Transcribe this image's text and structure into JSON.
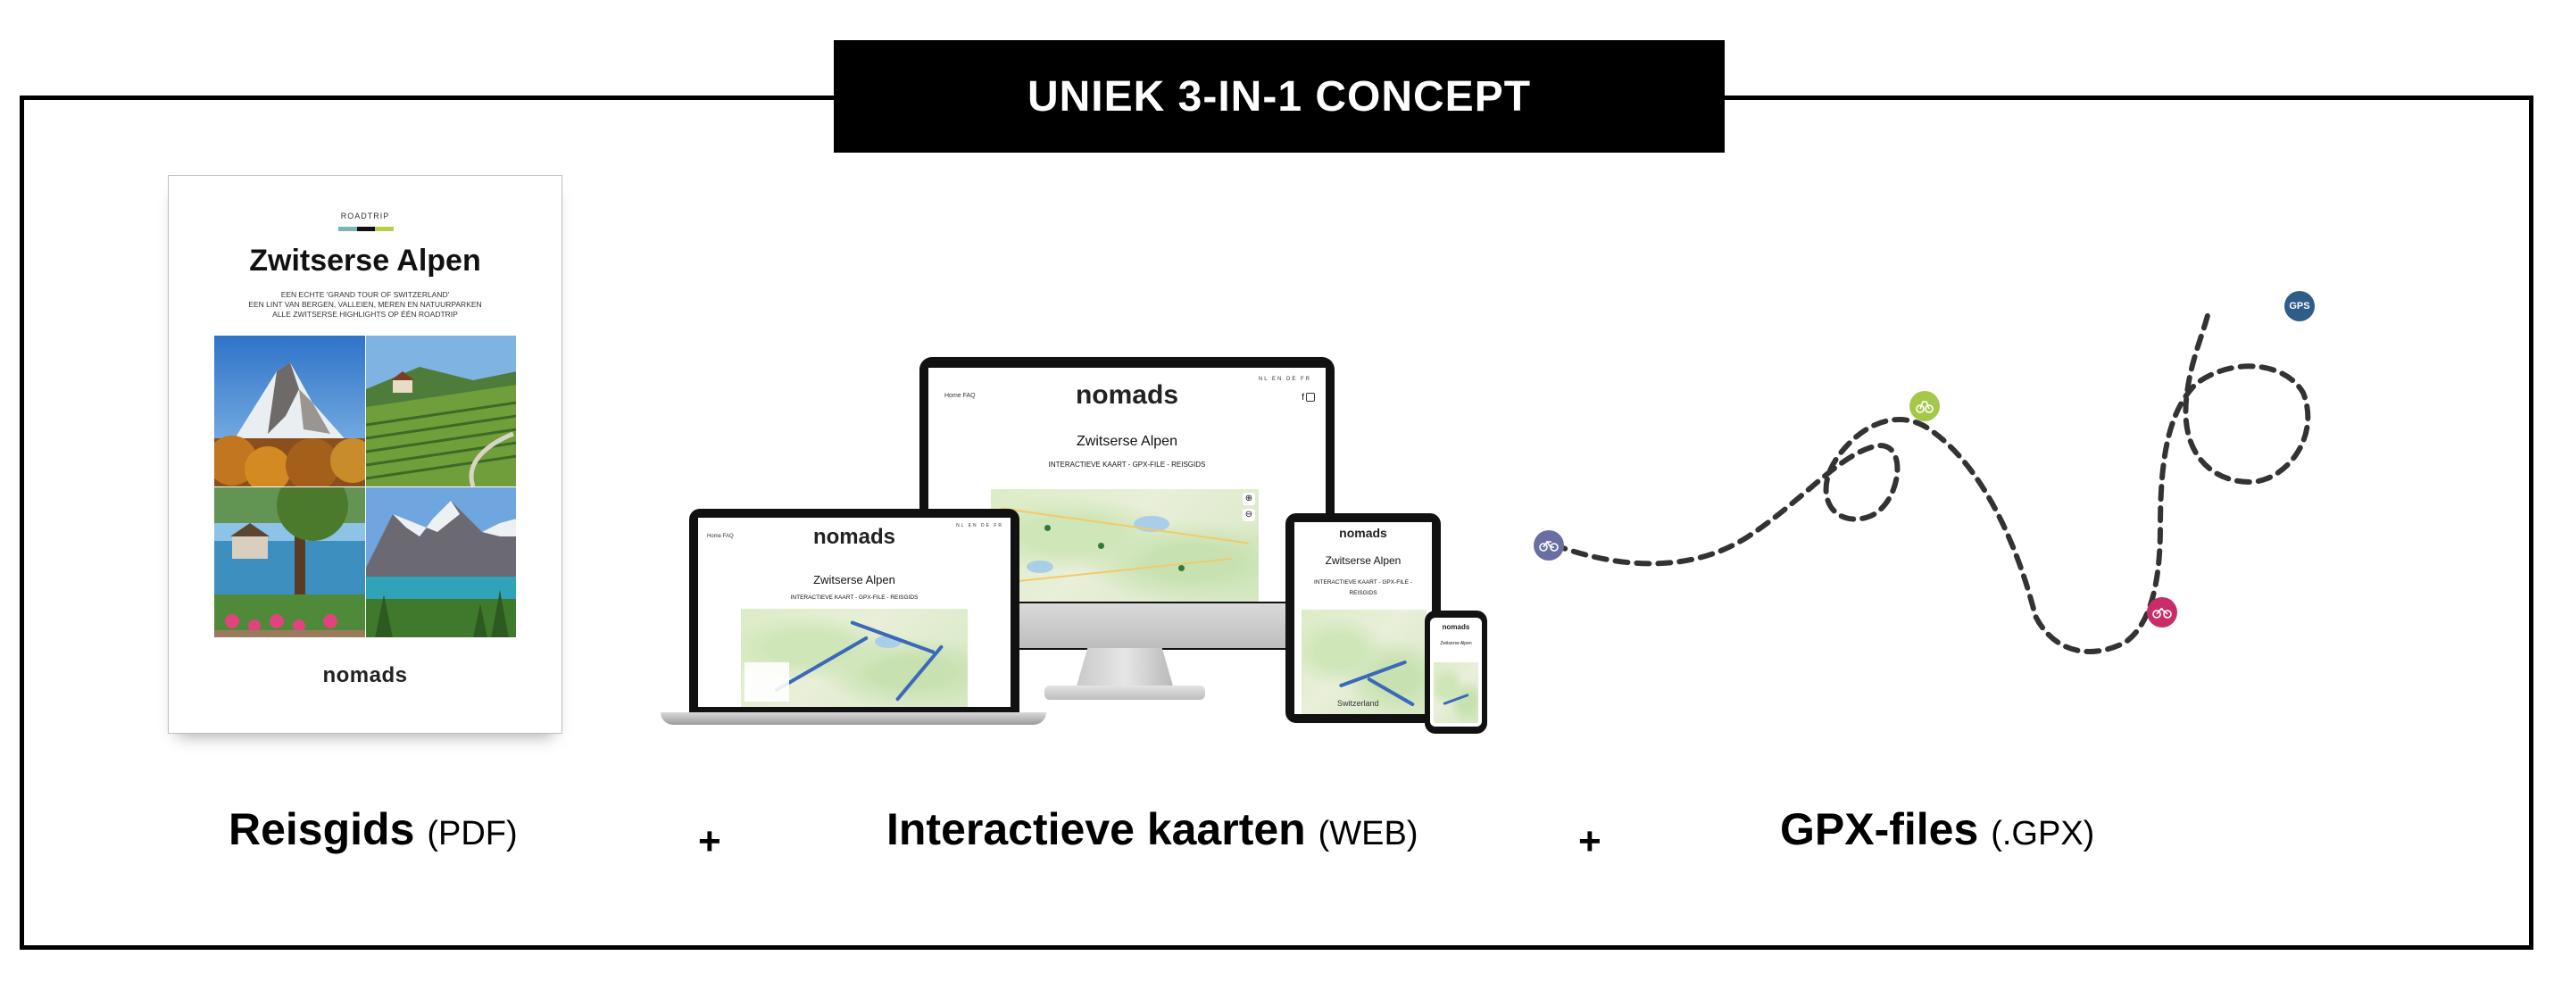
{
  "banner": {
    "title": "UNIEK 3-IN-1 CONCEPT"
  },
  "colors": {
    "black": "#000000",
    "stripe1": "#7ab6b4",
    "stripe2": "#111111",
    "stripe3": "#b7cf4a",
    "badge_bike_green": "#a5c84a",
    "badge_bike_pink": "#c82d6a",
    "badge_gps": "#2e5d8a",
    "badge_start": "#6a6fa3"
  },
  "brochure": {
    "kicker": "ROADTRIP",
    "title": "Zwitserse Alpen",
    "subtitle_lines": [
      "EEN ECHTE 'GRAND TOUR OF SWITZERLAND'",
      "EEN LINT VAN BERGEN, VALLEIEN, MEREN EN NATUURPARKEN",
      "ALLE ZWITSERSE HIGHLIGHTS OP ÉÉN ROADTRIP"
    ],
    "logo": "nomads"
  },
  "site": {
    "nav": "Home   FAQ",
    "langs": "NL  EN  DE  FR",
    "logo": "nomads",
    "title": "Zwitserse Alpen",
    "subtitle": "INTERACTIEVE KAART - GPX-FILE - REISGIDS",
    "tablet_subtitle_1": "INTERACTIEVE KAART - GPX-FILE -",
    "tablet_subtitle_2": "REISGIDS",
    "map_place": "Switzerland"
  },
  "route": {
    "badges": {
      "start": "bike-icon",
      "mid1": "bike-icon",
      "mid2": "bike-icon",
      "end": "GPS"
    }
  },
  "labels": {
    "item1": {
      "bold": "Reisgids",
      "small": "(PDF)"
    },
    "plus1": "+",
    "item2": {
      "bold": "Interactieve kaarten",
      "small": "(WEB)"
    },
    "plus2": "+",
    "item3": {
      "bold": "GPX-files",
      "small": "(.GPX)"
    }
  }
}
